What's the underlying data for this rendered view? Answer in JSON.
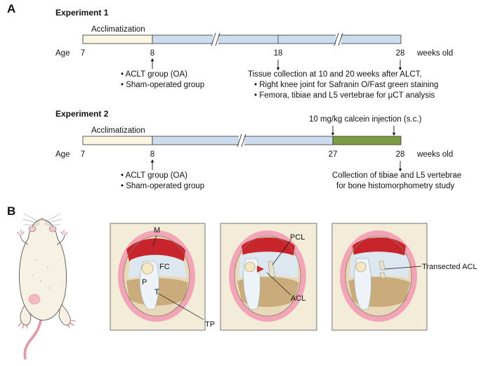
{
  "panel_a": {
    "letter": "A",
    "experiment1": {
      "title": "Experiment 1",
      "acclimatization": "Acclimatization",
      "age_label": "Age",
      "ticks": [
        "7",
        "8",
        "18",
        "28"
      ],
      "unit": "weeks old",
      "groups": [
        "• ACLT group (OA)",
        "• Sham-operated group"
      ],
      "collection": [
        "Tissue collection at 10 and 20 weeks after ALCT,",
        "• Right knee joint for Safranin O/Fast green staining",
        "• Femora, tibiae and L5 vertebrae for μCT analysis"
      ]
    },
    "experiment2": {
      "title": "Experiment 2",
      "acclimatization": "Acclimatization",
      "age_label": "Age",
      "ticks": [
        "7",
        "8",
        "27",
        "28"
      ],
      "unit": "weeks old",
      "injection": "10 mg/kg calcein injection (s.c.)",
      "groups": [
        "• ACLT group (OA)",
        "• Sham-operated group"
      ],
      "collection": [
        "Collection of tibiae and L5 vertebrae",
        "for bone histomorphometry study"
      ]
    }
  },
  "panel_b": {
    "letter": "B",
    "labels": {
      "m": "M",
      "fc": "FC",
      "p": "P",
      "t": "T",
      "tp": "TP",
      "pcl": "PCL",
      "acl": "ACL",
      "transected_acl": "Transected ACL"
    }
  },
  "colors": {
    "acclimatization_bar": "#fbf6e4",
    "timeline_bar": "#cddcee",
    "calcein_bar": "#7e9a45",
    "skin_pink": "#f2a5b6",
    "muscle_red": "#c8242c",
    "tissue_cream": "#f3ecd8",
    "tibia_tan": "#c9ab7c",
    "bone_white": "#eef3f7"
  }
}
